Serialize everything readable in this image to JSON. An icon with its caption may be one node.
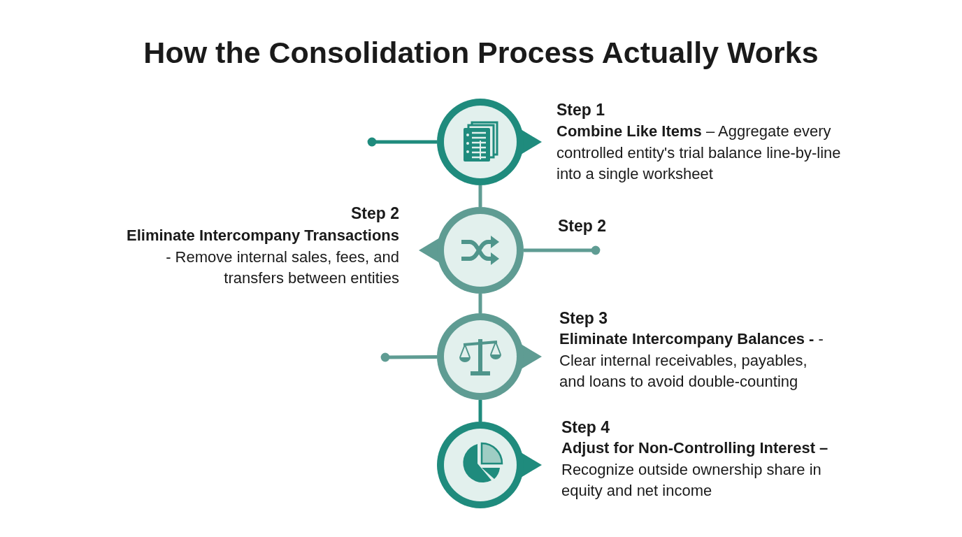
{
  "diagram": {
    "title": "How the Consolidation Process Actually Works",
    "nodes": [
      {
        "text": [],
        "shape": "circle",
        "beside": [
          "Step 1",
          "**Combine Like Items** – Aggregate every controlled entity's trial balance line-by-line into a single worksheet"
        ]
      },
      {
        "text": [],
        "shape": "circle",
        "beside": [
          "Step 2",
          "**Eliminate Intercompany Transactions** - Remove internal sales, fees, and transfers between entities",
          "Step 2"
        ]
      },
      {
        "text": [],
        "shape": "circle",
        "beside": [
          "Step 3",
          "**Eliminate Intercompany Balances -** -Clear internal receivables, payables, and loans to avoid double-counting"
        ]
      },
      {
        "text": [],
        "shape": "circle",
        "beside": [
          "Step 4",
          "**Adjust for Non-Controlling Interest –** Recognize outside ownership share in equity and net income"
        ]
      }
    ],
    "edges": [
      {
        "from": null,
        "to": 0,
        "arrow": "other"
      },
      {
        "from": 0,
        "to": 1,
        "arrow": "none"
      },
      {
        "from": null,
        "to": 1,
        "arrow": "other"
      },
      {
        "from": 1,
        "to": 2,
        "arrow": "none"
      },
      {
        "from": null,
        "to": 2,
        "arrow": "other"
      },
      {
        "from": 2,
        "to": 3,
        "arrow": "none"
      }
    ]
  }
}
